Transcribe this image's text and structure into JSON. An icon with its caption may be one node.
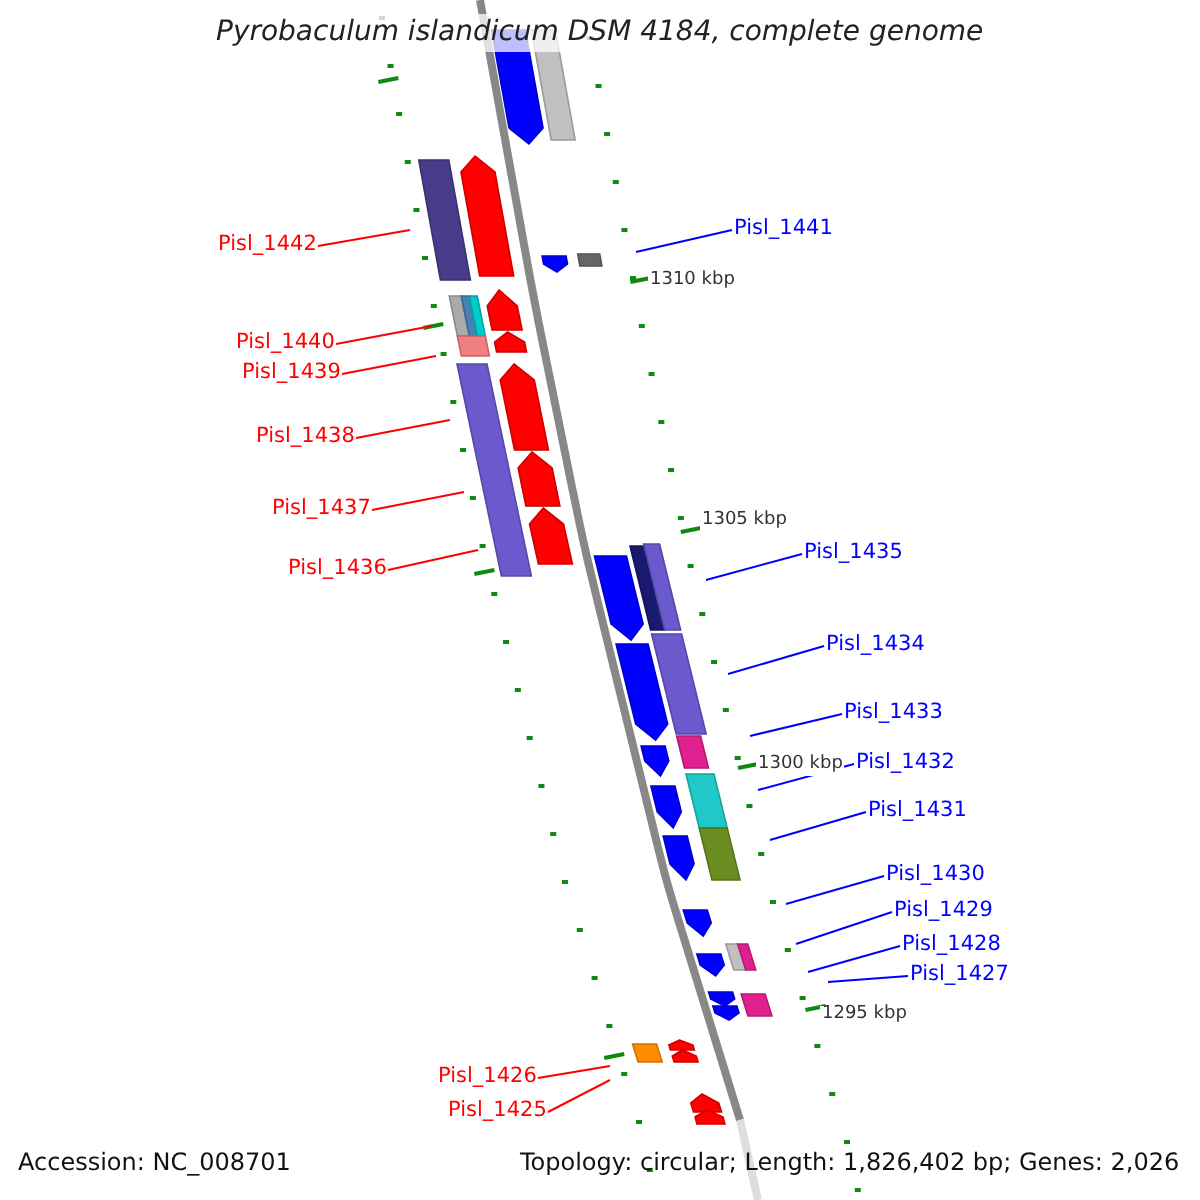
{
  "diagram": {
    "title": "Pyrobaculum islandicum DSM 4184, complete genome",
    "nodes": [
      {
        "text": [
          "Pisl_1441"
        ]
      },
      {
        "text": [
          "Pisl_1442"
        ]
      },
      {
        "text": [
          "Pisl_1440"
        ]
      },
      {
        "text": [
          "Pisl_1439"
        ]
      },
      {
        "text": [
          "Pisl_1438"
        ]
      },
      {
        "text": [
          "Pisl_1437"
        ]
      },
      {
        "text": [
          "Pisl_1435"
        ]
      },
      {
        "text": [
          "Pisl_1436"
        ]
      },
      {
        "text": [
          "Pisl_1434"
        ]
      },
      {
        "text": [
          "Pisl_1433"
        ]
      },
      {
        "text": [
          "Pisl_1432"
        ]
      },
      {
        "text": [
          "Pisl_1431"
        ]
      },
      {
        "text": [
          "Pisl_1430"
        ]
      },
      {
        "text": [
          "Pisl_1429"
        ]
      },
      {
        "text": [
          "Pisl_1428"
        ]
      },
      {
        "text": [
          "Pisl_1427"
        ]
      },
      {
        "text": [
          "Pisl_1426"
        ]
      },
      {
        "text": [
          "Pisl_1425"
        ]
      }
    ],
    "edges": [
      {
        "from": 0,
        "to": null,
        "arrow": "none"
      },
      {
        "from": 1,
        "to": null,
        "arrow": "none",
        "color": "#ff0000"
      },
      {
        "from": 2,
        "to": null,
        "arrow": "none",
        "color": "#ff0000"
      },
      {
        "from": 3,
        "to": null,
        "arrow": "none",
        "color": "#ff0000"
      },
      {
        "from": 4,
        "to": null,
        "arrow": "none",
        "color": "#ff0000"
      },
      {
        "from": 5,
        "to": null,
        "arrow": "none",
        "color": "#ff0000"
      },
      {
        "from": 6,
        "to": null,
        "arrow": "none"
      },
      {
        "from": 7,
        "to": null,
        "arrow": "none",
        "color": "#ff0000"
      },
      {
        "from": 8,
        "to": null,
        "arrow": "none"
      },
      {
        "from": 9,
        "to": null,
        "arrow": "none"
      },
      {
        "from": 10,
        "to": null,
        "arrow": "none"
      },
      {
        "from": 11,
        "to": null,
        "arrow": "none"
      },
      {
        "from": 12,
        "to": null,
        "arrow": "none"
      },
      {
        "from": 13,
        "to": null,
        "arrow": "none"
      },
      {
        "from": 14,
        "to": null,
        "arrow": "none"
      },
      {
        "from": 15,
        "to": null,
        "arrow": "none"
      },
      {
        "from": 16,
        "to": null,
        "arrow": "none",
        "color": "#ff0000"
      },
      {
        "from": 17,
        "to": null,
        "arrow": "none",
        "color": "#ff0000"
      }
    ],
    "labels": [
      "1310 kbp",
      "1305 kbp",
      "1300 kbp",
      "1295 kbp",
      "Accession: NC_008701",
      "Topology: circular; Length: 1,826,402 bp; Genes: 2,026"
    ]
  }
}
